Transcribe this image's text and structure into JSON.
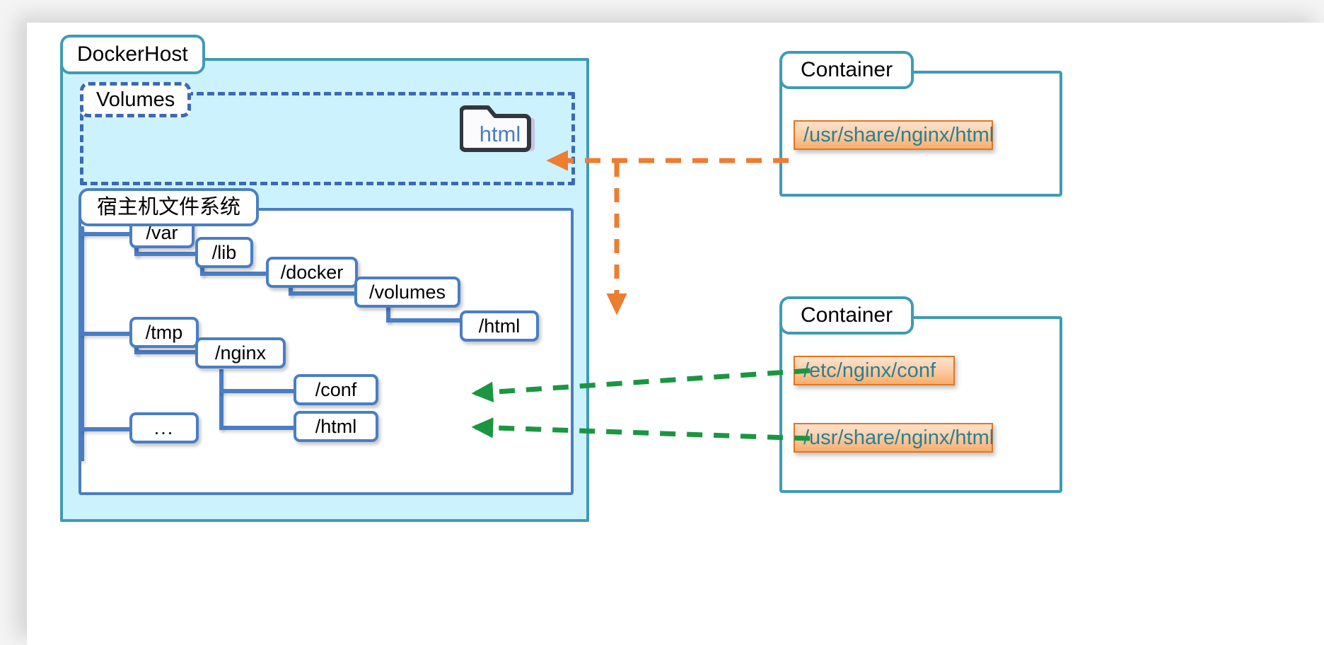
{
  "diagram": {
    "title_visible": false,
    "colors": {
      "host_border": "#3f9bb5",
      "host_fill": "#ccf2fd",
      "volumes_dash": "#3b6ab5",
      "tree_border": "#4a7ec4",
      "container_border": "#3f9bb5",
      "chip_border": "#e3761f",
      "chip_fill": "#f7ad6d",
      "chip_text": "#2b7f93",
      "arrow_orange": "#ed7d31",
      "arrow_green": "#1a9641",
      "canvas": "#ffffff"
    }
  },
  "host": {
    "label": "DockerHost"
  },
  "volumes": {
    "label": "Volumes",
    "folder": {
      "name": "html",
      "icon": "folder-icon"
    }
  },
  "filesystem": {
    "label": "宿主机文件系统",
    "nodes": [
      {
        "id": "var",
        "label": "/var"
      },
      {
        "id": "lib",
        "label": "/lib"
      },
      {
        "id": "docker",
        "label": "/docker"
      },
      {
        "id": "volumes",
        "label": "/volumes"
      },
      {
        "id": "vol_html",
        "label": "/html"
      },
      {
        "id": "tmp",
        "label": "/tmp"
      },
      {
        "id": "nginx",
        "label": "/nginx"
      },
      {
        "id": "conf",
        "label": "/conf"
      },
      {
        "id": "nginx_html",
        "label": "/html"
      },
      {
        "id": "ellipsis",
        "label": "..."
      }
    ]
  },
  "containers": [
    {
      "id": "container-top",
      "label": "Container",
      "mounts": [
        {
          "path": "/usr/share/nginx/html"
        }
      ]
    },
    {
      "id": "container-bottom",
      "label": "Container",
      "mounts": [
        {
          "path": "/etc/nginx/conf"
        },
        {
          "path": "/usr/share/nginx/html"
        }
      ]
    }
  ],
  "arrows": [
    {
      "id": "arrow-named-volume",
      "style": "dashed",
      "color": "#ed7d31",
      "from": "container-top-mount",
      "to": "volumes-folder-html"
    },
    {
      "id": "arrow-volume-to-host",
      "style": "dashed",
      "color": "#ed7d31",
      "from": "volumes-folder-html",
      "to": "fs-volumes-html"
    },
    {
      "id": "arrow-bind-conf",
      "style": "dashed",
      "color": "#1a9641",
      "from": "container-bottom-mount-conf",
      "to": "fs-nginx-conf"
    },
    {
      "id": "arrow-bind-html",
      "style": "dashed",
      "color": "#1a9641",
      "from": "container-bottom-mount-html",
      "to": "fs-nginx-html"
    }
  ]
}
